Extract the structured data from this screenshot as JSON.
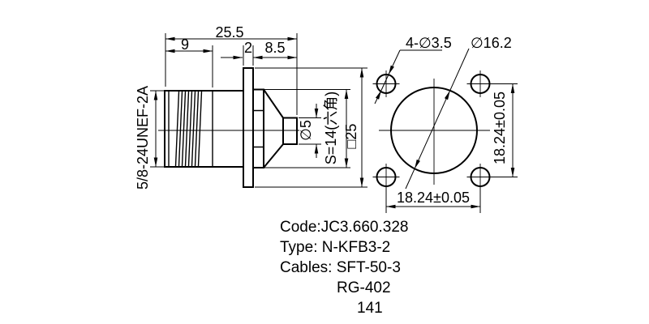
{
  "drawing": {
    "side_view": {
      "thread_label": "5/8-24UNEF-2A",
      "overall_length": "25.5",
      "thread_length": "9",
      "flange_thickness": "2",
      "rear_length": "8.5",
      "pin_diameter": "∅5",
      "hex_across_flats": "S=14(六角)",
      "flange_square": "□25"
    },
    "front_view": {
      "mounting_holes": "4-∅3.5",
      "boss_diameter": "∅16.2",
      "hole_spacing_horizontal": "18.24±0.05",
      "hole_spacing_vertical": "18.24±0.05"
    },
    "notes": {
      "code": "Code:JC3.660.328",
      "type": "Type: N-KFB3-2",
      "cables": "Cables: SFT-50-3",
      "cables_alt_1": "RG-402",
      "cables_alt_2": "141"
    },
    "colors": {
      "line": "#000000",
      "background": "#ffffff"
    }
  }
}
